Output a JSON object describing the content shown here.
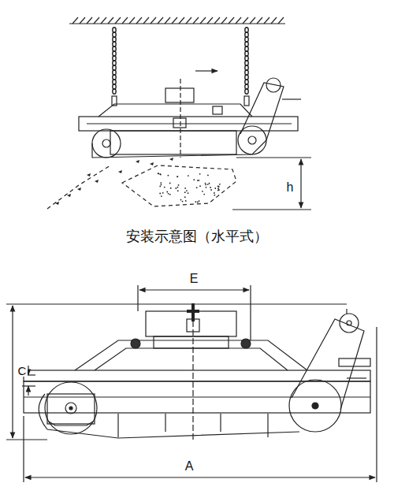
{
  "diagram": {
    "caption": "安装示意图（水平式）",
    "labels": [
      "h",
      "E",
      "C",
      "A"
    ]
  }
}
